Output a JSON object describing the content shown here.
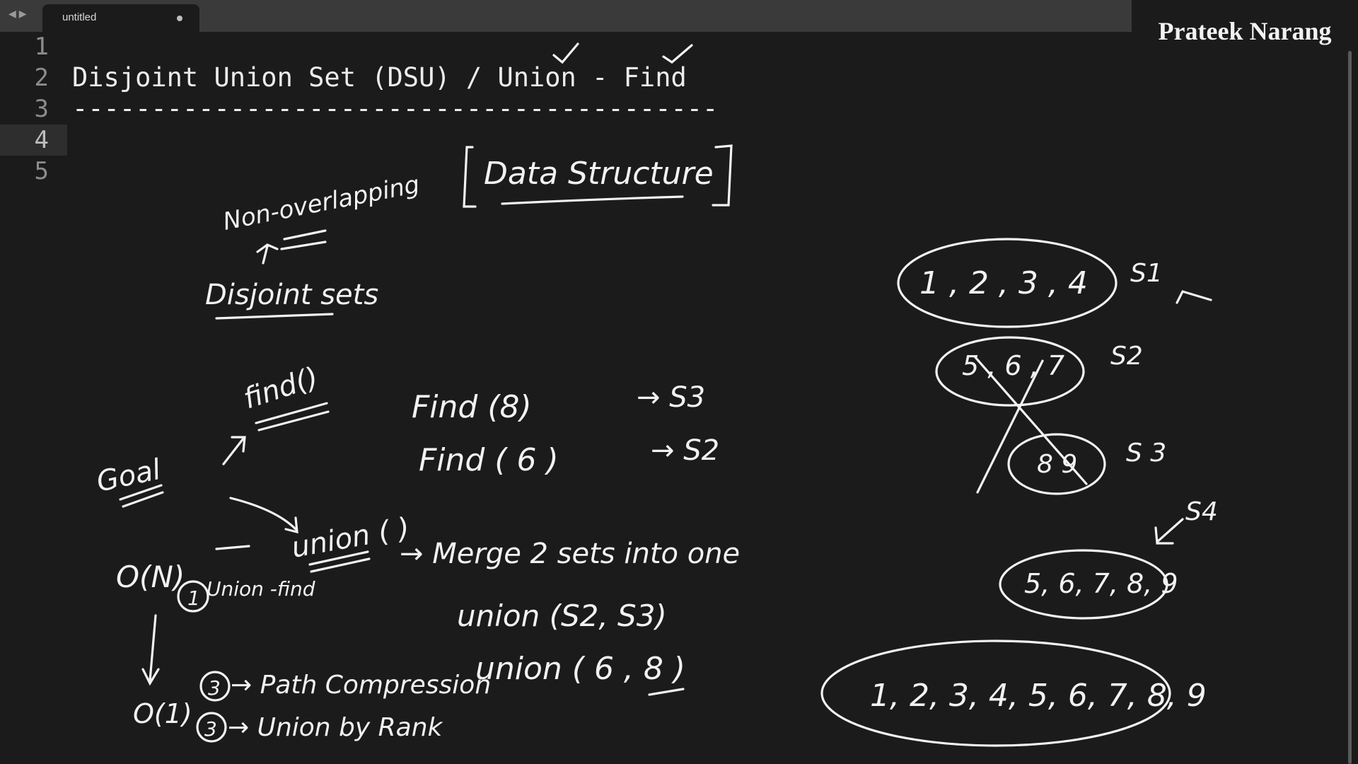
{
  "tab": {
    "title": "untitled"
  },
  "author": "Prateek Narang",
  "editor": {
    "line_numbers": [
      "1",
      "2",
      "3",
      "4",
      "5"
    ],
    "lines": [
      "",
      "Disjoint Union Set (DSU) / Union - Find",
      "-----------------------------------------",
      "",
      ""
    ],
    "active_line": 4
  },
  "notes": {
    "data_structure": "Data Structure",
    "non_overlapping": "Non-overlapping",
    "disjoint_sets": "Disjoint sets",
    "find_fn": "find()",
    "goal": "Goal",
    "union_fn": "union ( )",
    "find8": "Find (8)",
    "find8_result": "→ S3",
    "find6": "Find ( 6 )",
    "find6_result": "→ S2",
    "merge": "→ Merge  2 sets  into  one",
    "union_s2_s3": "union (S2, S3)",
    "union_6_8": "union ( 6 , 8 )",
    "on": "O(N)",
    "o1": "O(1)",
    "union_find": "Union -find",
    "step1": "1",
    "step2": "3",
    "step3": "3",
    "path_compression": "→ Path Compression",
    "union_by_rank": "→ Union by Rank",
    "set1": "1 , 2 , 3 , 4",
    "s1": "S1",
    "set2": "5 , 6 , 7",
    "s2": "S2",
    "set3": "8 9",
    "s3": "S 3",
    "s4": "S4",
    "set4": "5, 6, 7, 8, 9",
    "set_all": "1, 2, 3, 4, 5, 6, 7, 8, 9"
  }
}
